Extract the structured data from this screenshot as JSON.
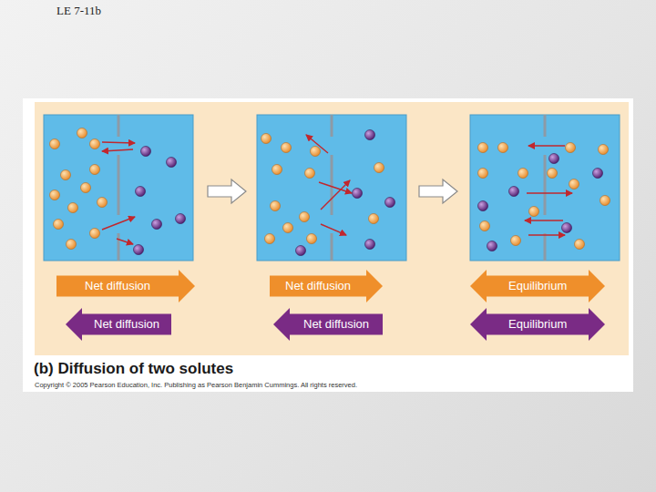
{
  "diagram": {
    "title": "LE 7-11b",
    "caption": "(b) Diffusion of two solutes",
    "nodes": [
      {
        "text": [
          "Net diffusion"
        ]
      },
      {
        "text": [
          "Net diffusion"
        ]
      },
      {
        "text": [
          "Equilibrium"
        ]
      },
      {
        "text": [
          "Net diffusion"
        ]
      },
      {
        "text": [
          "Net diffusion"
        ]
      },
      {
        "text": [
          "Equilibrium"
        ]
      }
    ],
    "labels": [
      "Copyright © 2005 Pearson Education, Inc. Publishing as Pearson Benjamin Cummings. All rights reserved."
    ]
  }
}
